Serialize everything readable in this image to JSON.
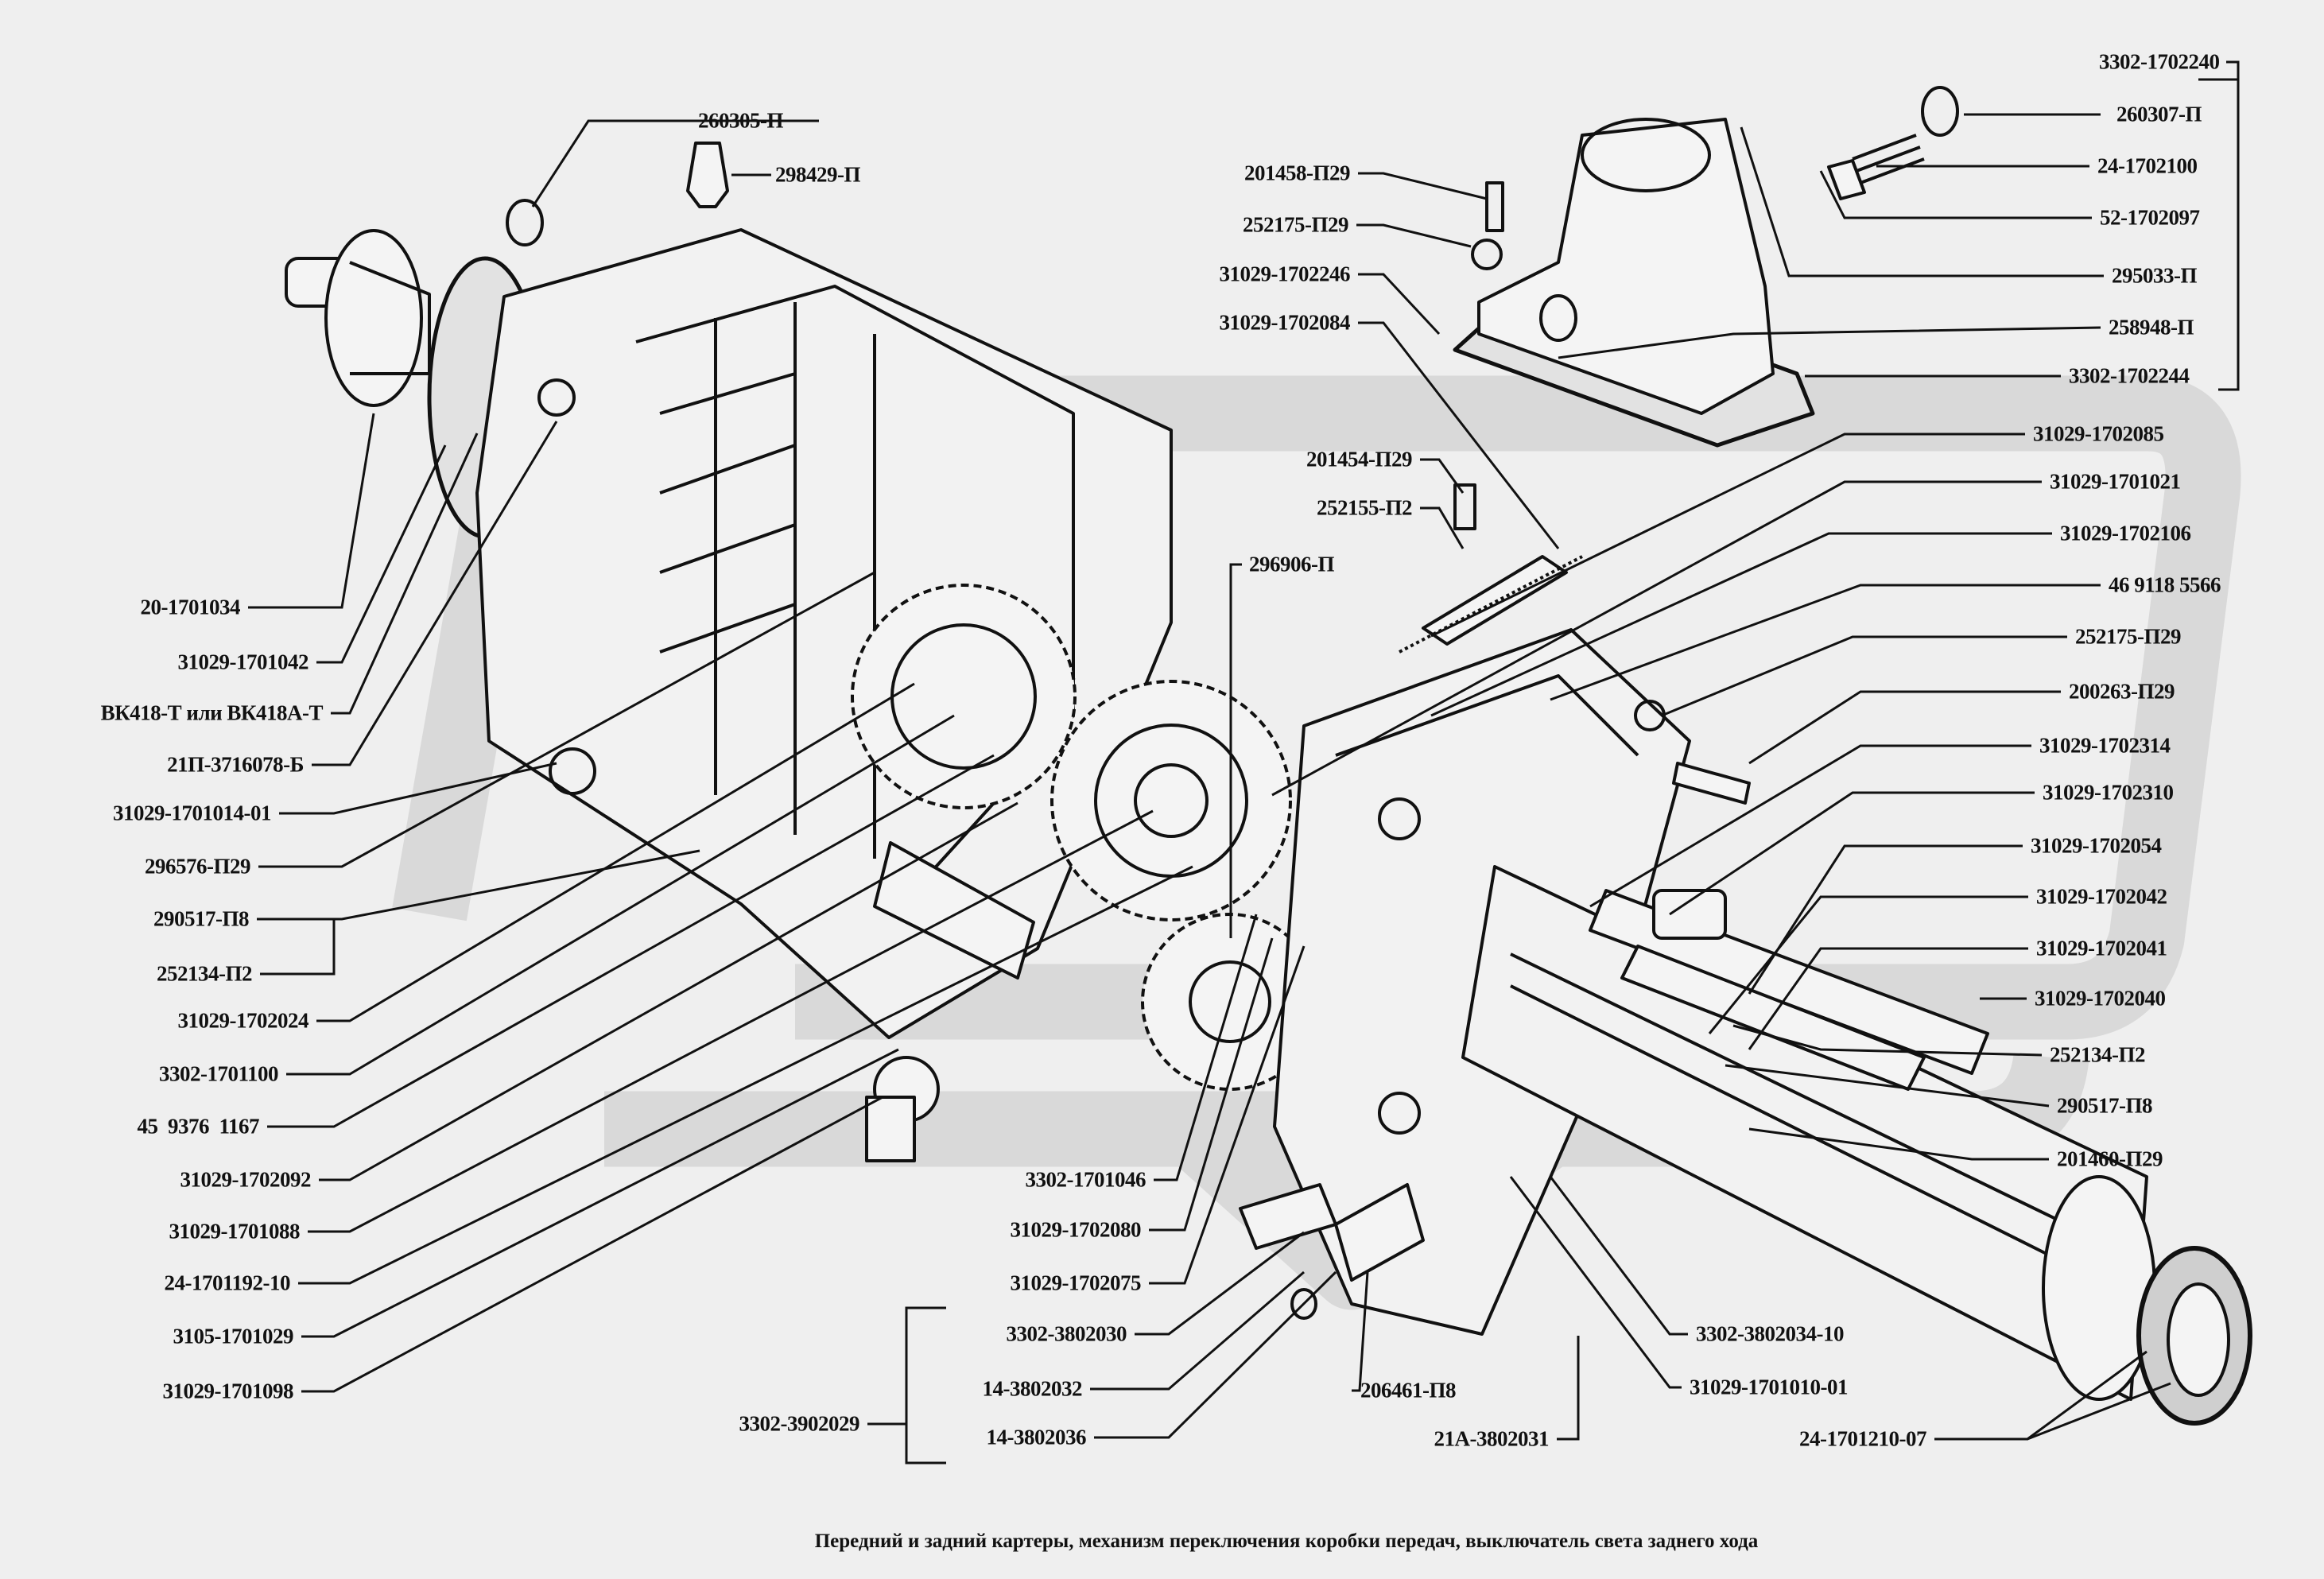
{
  "caption": "Передний и задний картеры, механизм  переключения  коробки передач, выключатель света заднего хода",
  "labels": {
    "p260305": "260305-П",
    "p298429": "298429-П",
    "p20_1701034": "20-1701034",
    "p31029_1701042": "31029-1701042",
    "vk418": "ВК418-Т или ВК418А-Т",
    "p21p_3716078": "21П-3716078-Б",
    "p31029_1701014_01": "31029-1701014-01",
    "p296576": "296576-П29",
    "p290517_left": "290517-П8",
    "p252134_left": "252134-П2",
    "p31029_1702024": "31029-1702024",
    "p3302_1701100": "3302-1701100",
    "p45_9376_1167": "45  9376  1167",
    "p31029_1702092": "31029-1702092",
    "p31029_1701088": "31029-1701088",
    "p24_1701192_10": "24-1701192-10",
    "p3105_1701029": "3105-1701029",
    "p31029_1701098": "31029-1701098",
    "p3302_3902029": "3302-3902029",
    "p3302_1701046": "3302-1701046",
    "p31029_1702080": "31029-1702080",
    "p31029_1702075": "31029-1702075",
    "p3302_3802030": "3302-3802030",
    "p14_3802032": "14-3802032",
    "p14_3802036": "14-3802036",
    "p206461": "206461-П8",
    "p21a_3802031": "21А-3802031",
    "p3302_3802034_10": "3302-3802034-10",
    "p31029_1701010_01": "31029-1701010-01",
    "p24_1701210_07": "24-1701210-07",
    "p201458": "201458-П29",
    "p252175_top": "252175-П29",
    "p31029_1702246": "31029-1702246",
    "p31029_1702084": "31029-1702084",
    "p201454": "201454-П29",
    "p252155": "252155-П2",
    "p296906": "296906-П",
    "p3302_1702240": "3302-1702240",
    "p260307": "260307-П",
    "p24_1702100": "24-1702100",
    "p52_1702097": "52-1702097",
    "p295033": "295033-П",
    "p258948": "258948-П",
    "p3302_1702244": "3302-1702244",
    "p31029_1702085": "31029-1702085",
    "p31029_1701021": "31029-1701021",
    "p31029_1702106": "31029-1702106",
    "p46_9118_5566": "46 9118 5566",
    "p252175_right": "252175-П29",
    "p200263": "200263-П29",
    "p31029_1702314": "31029-1702314",
    "p31029_1702310": "31029-1702310",
    "p31029_1702054": "31029-1702054",
    "p31029_1702042": "31029-1702042",
    "p31029_1702041": "31029-1702041",
    "p31029_1702040": "31029-1702040",
    "p252134_right": "252134-П2",
    "p290517_right": "290517-П8",
    "p201460": "201460-П29"
  },
  "colors": {
    "background": "#efefef",
    "watermark": "#d9d9d9",
    "ink": "#111111"
  }
}
